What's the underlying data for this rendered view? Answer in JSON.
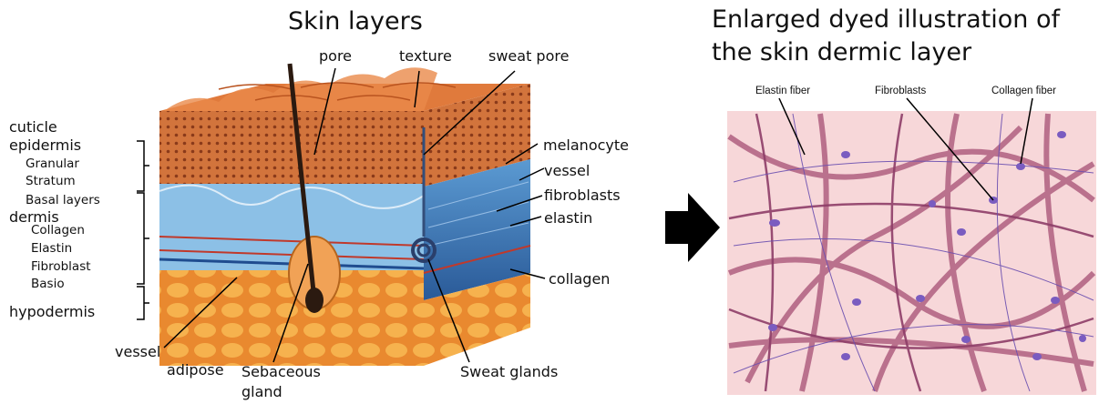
{
  "left_panel": {
    "title": "Skin layers",
    "top_labels": {
      "pore": "pore",
      "texture": "texture",
      "sweat_pore": "sweat pore"
    },
    "left_labels": {
      "cuticle": "cuticle",
      "epidermis": "epidermis",
      "granular": "Granular",
      "stratum": "Stratum",
      "basal_layers": "Basal layers",
      "dermis": "dermis",
      "collagen": "Collagen",
      "elastin": "Elastin",
      "fibroblast": "Fibroblast",
      "basio": "Basio",
      "hypodermis": "hypodermis"
    },
    "right_labels": {
      "melanocyte": "melanocyte",
      "vessel": "vessel",
      "fibroblasts": "fibroblasts",
      "elastin": "elastin",
      "collagen": "collagen"
    },
    "bottom_labels": {
      "vessel": "vessel",
      "adipose": "adipose",
      "sebaceous_line1": "Sebaceous",
      "sebaceous_line2": "gland",
      "sweat_glands": "Sweat glands"
    }
  },
  "right_panel": {
    "title_line1": "Enlarged dyed illustration of",
    "title_line2": "the skin dermic layer",
    "labels": {
      "elastin_fiber": "Elastin fiber",
      "fibroblasts": "Fibroblasts",
      "collagen_fiber": "Collagen fiber"
    }
  },
  "colors": {
    "epidermis_top": "#e07a3c",
    "epidermis_dots": "#c0552a",
    "dermis_blue": "#6fa8d8",
    "dermis_deep": "#2e5f9e",
    "adipose": "#f2a23c",
    "tissue_bg": "#f7d7d9",
    "collagen": "#b06080",
    "fibroblast": "#7a5cc0"
  },
  "icons": {
    "arrow": "arrow-right-icon"
  }
}
